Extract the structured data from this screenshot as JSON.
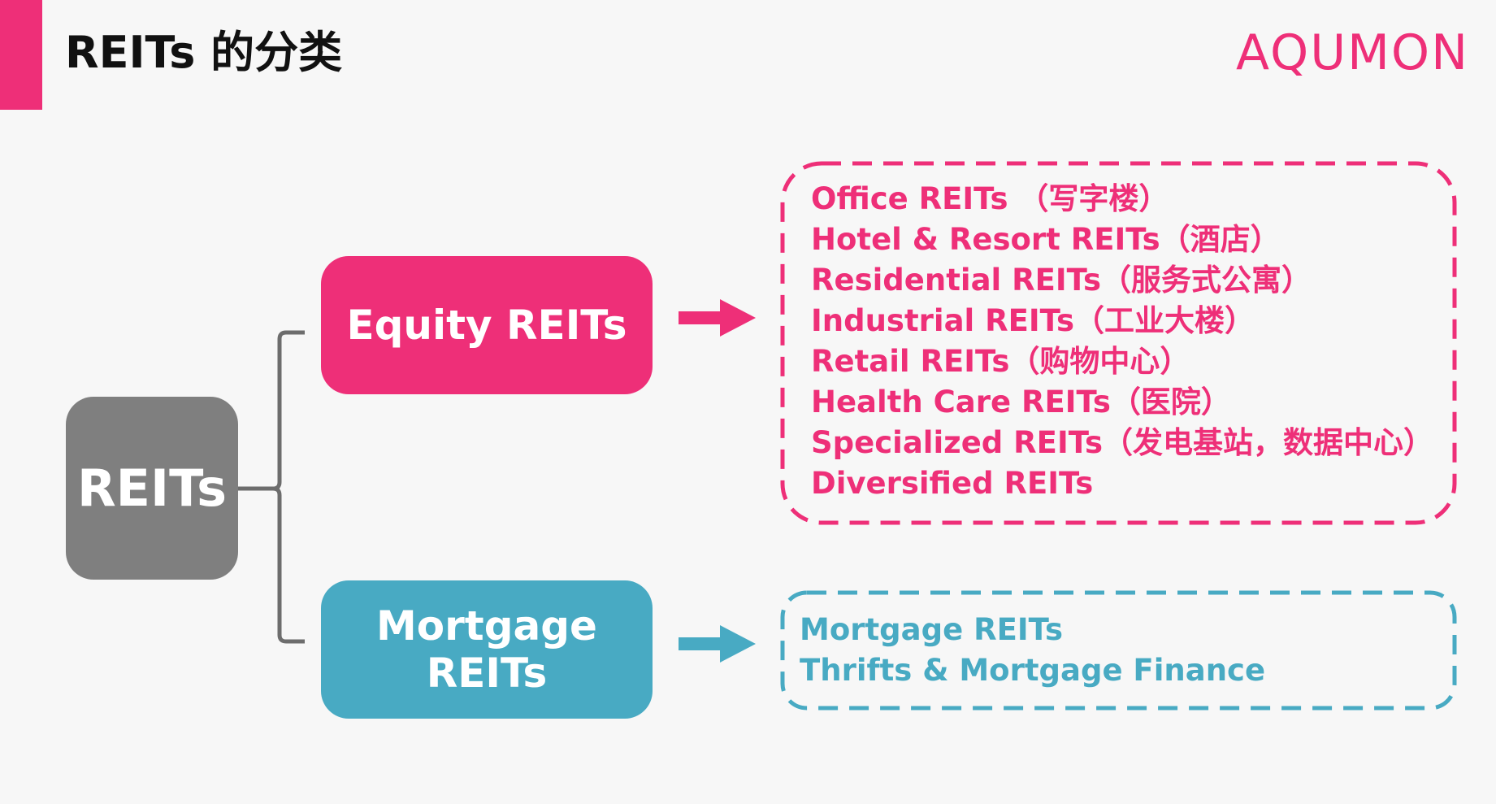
{
  "title": "REITs 的分类",
  "logo": "AQUMON",
  "colors": {
    "accent": "#ee2f78",
    "teal": "#48aac3",
    "gray": "#7f7f7f",
    "connector": "#6d6d6d"
  },
  "diagram": {
    "root": "REITs",
    "equity": {
      "label": "Equity REITs",
      "items": [
        "Office REITs （写字楼）",
        "Hotel & Resort REITs（酒店）",
        "Residential REITs（服务式公寓）",
        "Industrial REITs（工业大楼）",
        "Retail REITs（购物中心）",
        "Health Care REITs（医院）",
        "Specialized REITs（发电基站，数据中心）",
        "Diversified REITs"
      ]
    },
    "mortgage": {
      "label_line1": "Mortgage",
      "label_line2": "REITs",
      "items": [
        "Mortgage REITs",
        "Thrifts & Mortgage Finance"
      ]
    }
  }
}
